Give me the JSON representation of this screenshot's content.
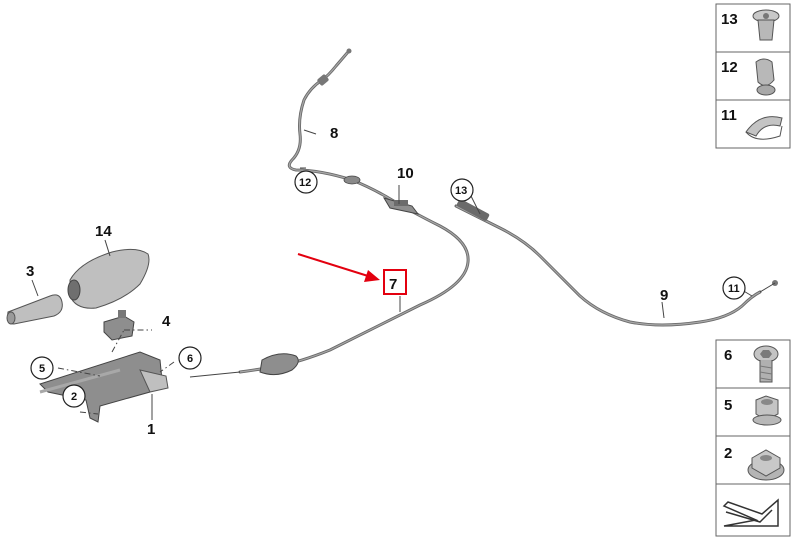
{
  "callouts": {
    "c1": "1",
    "c2": "2",
    "c3": "3",
    "c4": "4",
    "c5": "5",
    "c6": "6",
    "c7": "7",
    "c8": "8",
    "c9": "9",
    "c10": "10",
    "c11": "11",
    "c12": "12",
    "c13": "13",
    "c14": "14"
  },
  "side_panel_top": [
    "13",
    "12",
    "11"
  ],
  "side_panel_bottom": [
    "6",
    "5",
    "2"
  ],
  "colors": {
    "highlight": "#e3000f",
    "arrow": "#e3000f",
    "part_fill": "#bfbfbf",
    "cable": "#6a6a6a"
  }
}
